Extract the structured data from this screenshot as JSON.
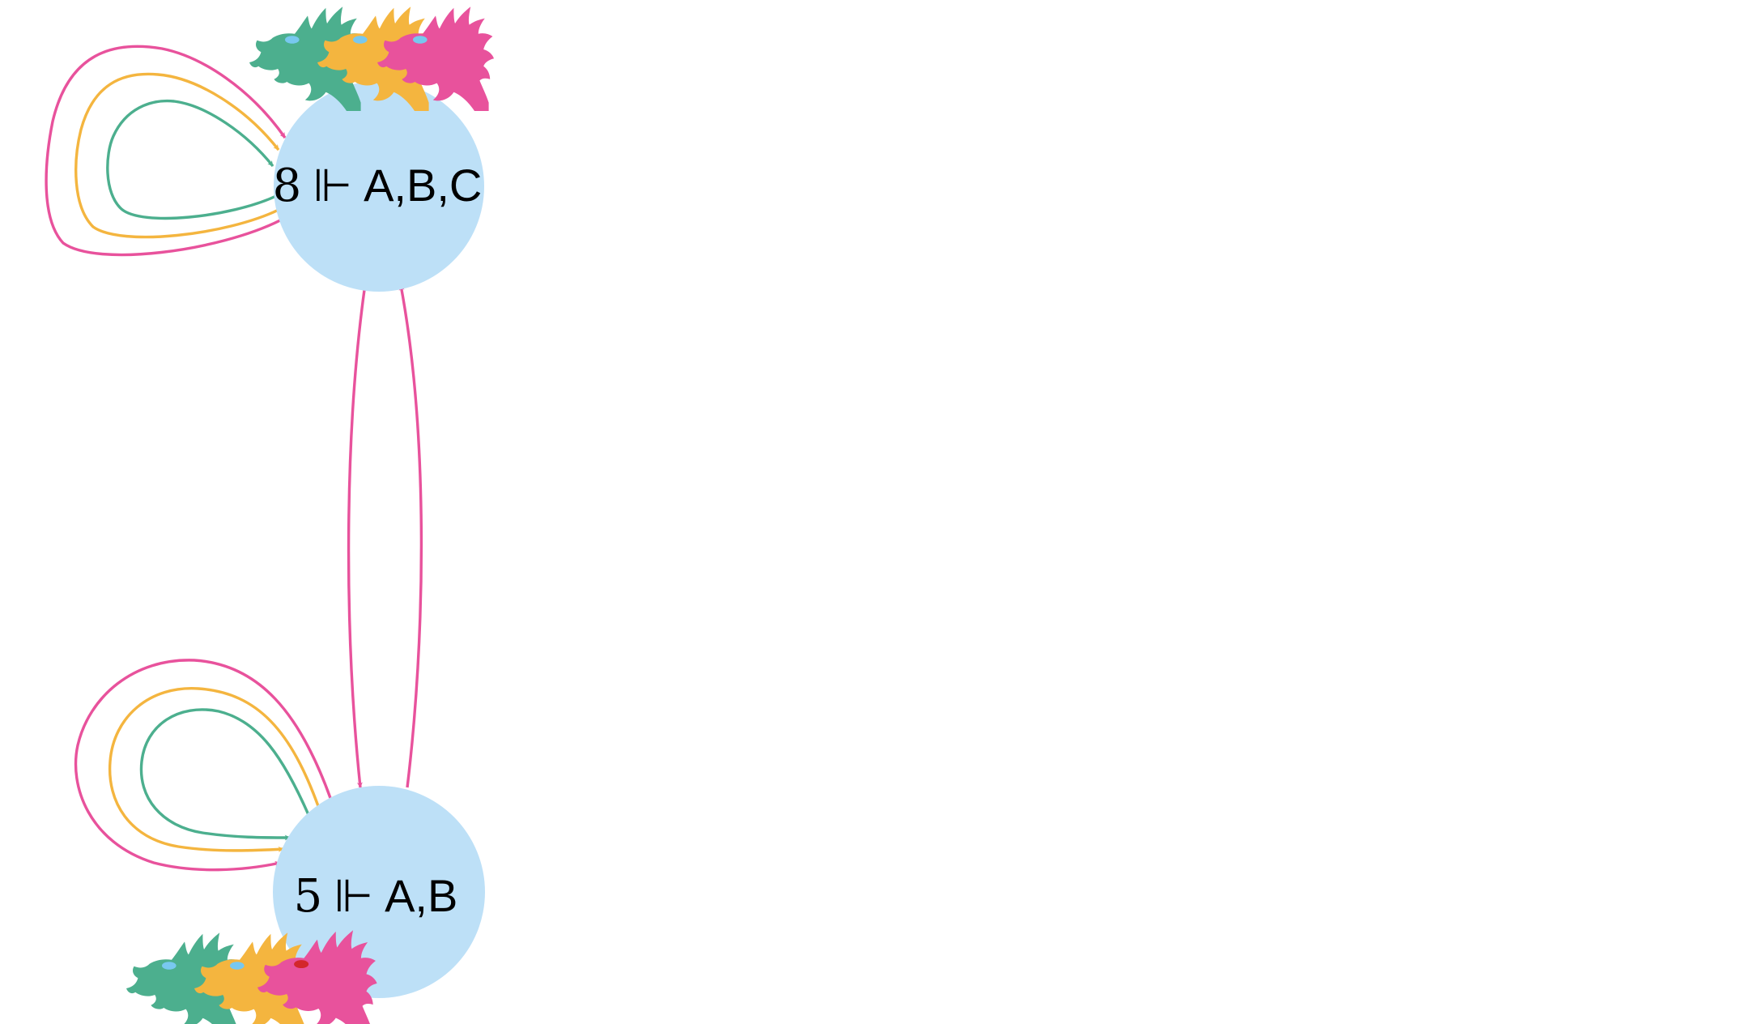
{
  "colors": {
    "node_fill": "#bde0f7",
    "green": "#4caf8e",
    "yellow": "#f4b53f",
    "pink": "#e8529c",
    "eye_blue": "#78c8ef",
    "eye_red": "#d3272b",
    "text": "#000000"
  },
  "nodes": [
    {
      "id": "top",
      "number": "8",
      "symbol": "⊩",
      "props": "A,B,C",
      "dragons": [
        {
          "color": "green",
          "eye": "blue"
        },
        {
          "color": "yellow",
          "eye": "blue"
        },
        {
          "color": "pink",
          "eye": "blue"
        }
      ]
    },
    {
      "id": "bottom",
      "number": "5",
      "symbol": "⊩",
      "props": "A,B",
      "dragons": [
        {
          "color": "green",
          "eye": "blue"
        },
        {
          "color": "yellow",
          "eye": "blue"
        },
        {
          "color": "pink",
          "eye": "red"
        }
      ]
    }
  ],
  "edges": [
    {
      "from": "top",
      "to": "top",
      "agents": [
        "green",
        "yellow",
        "pink"
      ]
    },
    {
      "from": "bottom",
      "to": "bottom",
      "agents": [
        "green",
        "yellow",
        "pink"
      ]
    },
    {
      "from": "top",
      "to": "bottom",
      "agents": [
        "pink"
      ]
    },
    {
      "from": "bottom",
      "to": "top",
      "agents": [
        "pink"
      ]
    }
  ]
}
